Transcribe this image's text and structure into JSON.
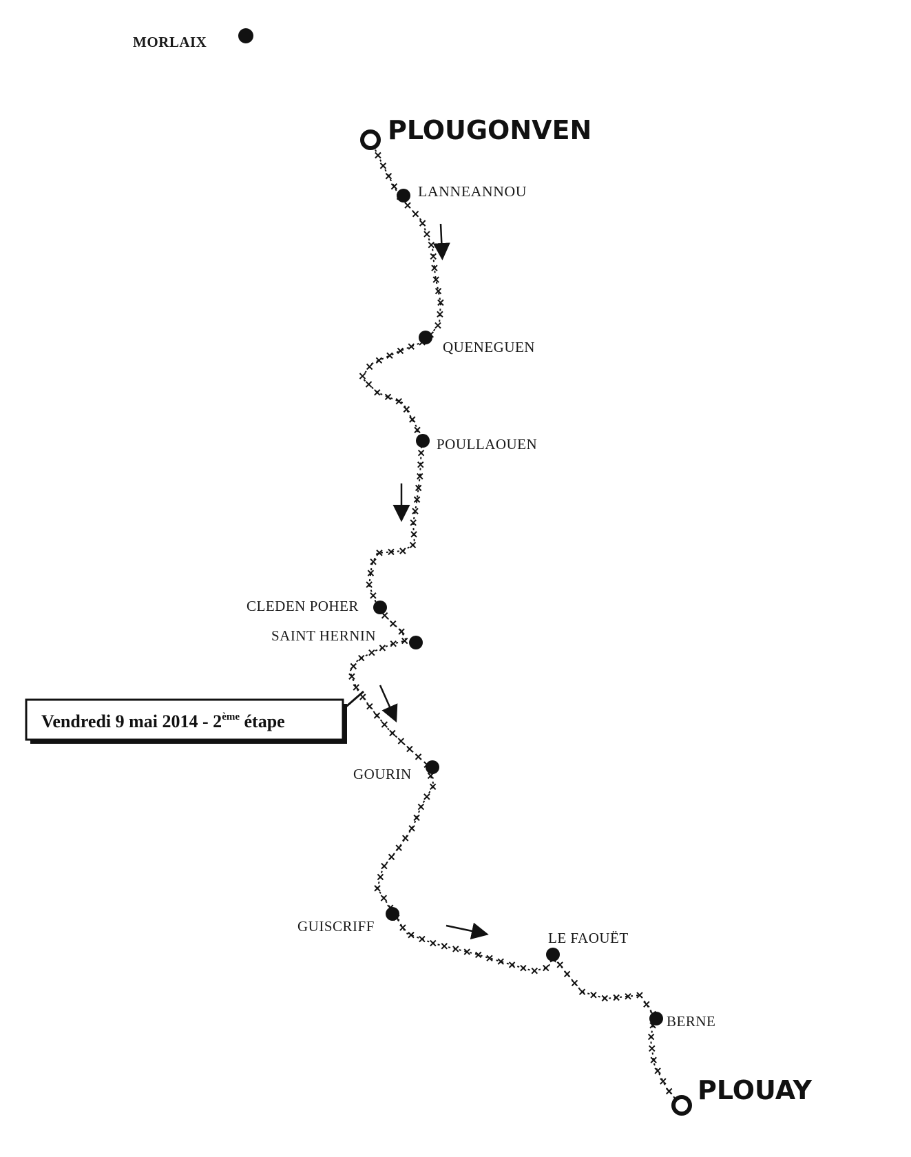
{
  "towns": [
    {
      "id": "morlaix",
      "label": "MORLAIX",
      "kind": "dot",
      "label_style": "bold"
    },
    {
      "id": "plougonven",
      "label": "PLOUGONVEN",
      "kind": "ring",
      "label_style": "major"
    },
    {
      "id": "lanneannou",
      "label": "LANNEANNOU",
      "kind": "dot",
      "label_style": "normal"
    },
    {
      "id": "queneguen",
      "label": "QUENEGUEN",
      "kind": "dot",
      "label_style": "normal"
    },
    {
      "id": "poullaouen",
      "label": "POULLAOUEN",
      "kind": "dot",
      "label_style": "normal"
    },
    {
      "id": "cleden-poher",
      "label": "CLEDEN POHER",
      "kind": "dot",
      "label_style": "normal"
    },
    {
      "id": "saint-hernin",
      "label": "SAINT HERNIN",
      "kind": "dot",
      "label_style": "normal"
    },
    {
      "id": "gourin",
      "label": "GOURIN",
      "kind": "dot",
      "label_style": "normal"
    },
    {
      "id": "guiscriff",
      "label": "GUISCRIFF",
      "kind": "dot",
      "label_style": "normal"
    },
    {
      "id": "le-faouet",
      "label": "LE FAOUËT",
      "kind": "dot",
      "label_style": "normal"
    },
    {
      "id": "berne",
      "label": "BERNE",
      "kind": "dot",
      "label_style": "normal"
    },
    {
      "id": "plouay",
      "label": "PLOUAY",
      "kind": "ring",
      "label_style": "major"
    }
  ],
  "caption": {
    "main": "Vendredi 9 mai 2014 - 2",
    "sup": "ème",
    "tail": " étape"
  },
  "colors": {
    "ink": "#111111",
    "background": "#ffffff"
  },
  "route_marker_symbol": "cross",
  "direction_icon": "arrow-icon"
}
